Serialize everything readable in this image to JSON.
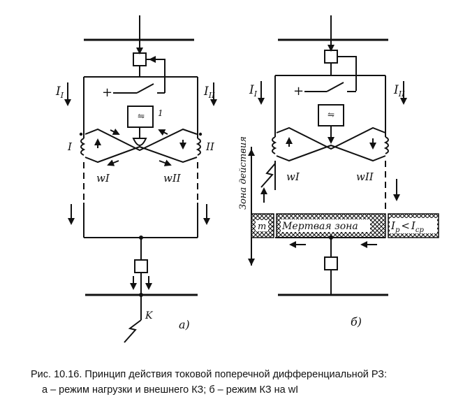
{
  "diagram": {
    "left": {
      "current_1": "I",
      "current_1_sub": "I",
      "current_2": "I",
      "current_2_sub": "II",
      "plus": "+",
      "relay_number": "1",
      "coil_1": "I",
      "coil_2": "II",
      "winding_1": "wI",
      "winding_2": "wII",
      "fault_point": "K",
      "sub_label": "а)"
    },
    "right": {
      "current_1": "I",
      "current_1_sub": "I",
      "current_2": "I",
      "current_2_sub": "II",
      "plus": "+",
      "winding_1": "wI",
      "winding_2": "wII",
      "zone_of_action": "Зона действия",
      "m_zone": "m",
      "dead_zone": "Мертвая зона",
      "relay_current": "I",
      "relay_current_sub": "р",
      "less_than": "<",
      "pickup_current": "I",
      "pickup_current_sub": "ср",
      "sub_label": "б)"
    }
  },
  "caption": {
    "line1": "Рис. 10.16. Принцип действия токовой поперечной дифференциальной РЗ:",
    "line2": "а – режим нагрузки и внешнего КЗ; б – режим КЗ на  wI"
  }
}
